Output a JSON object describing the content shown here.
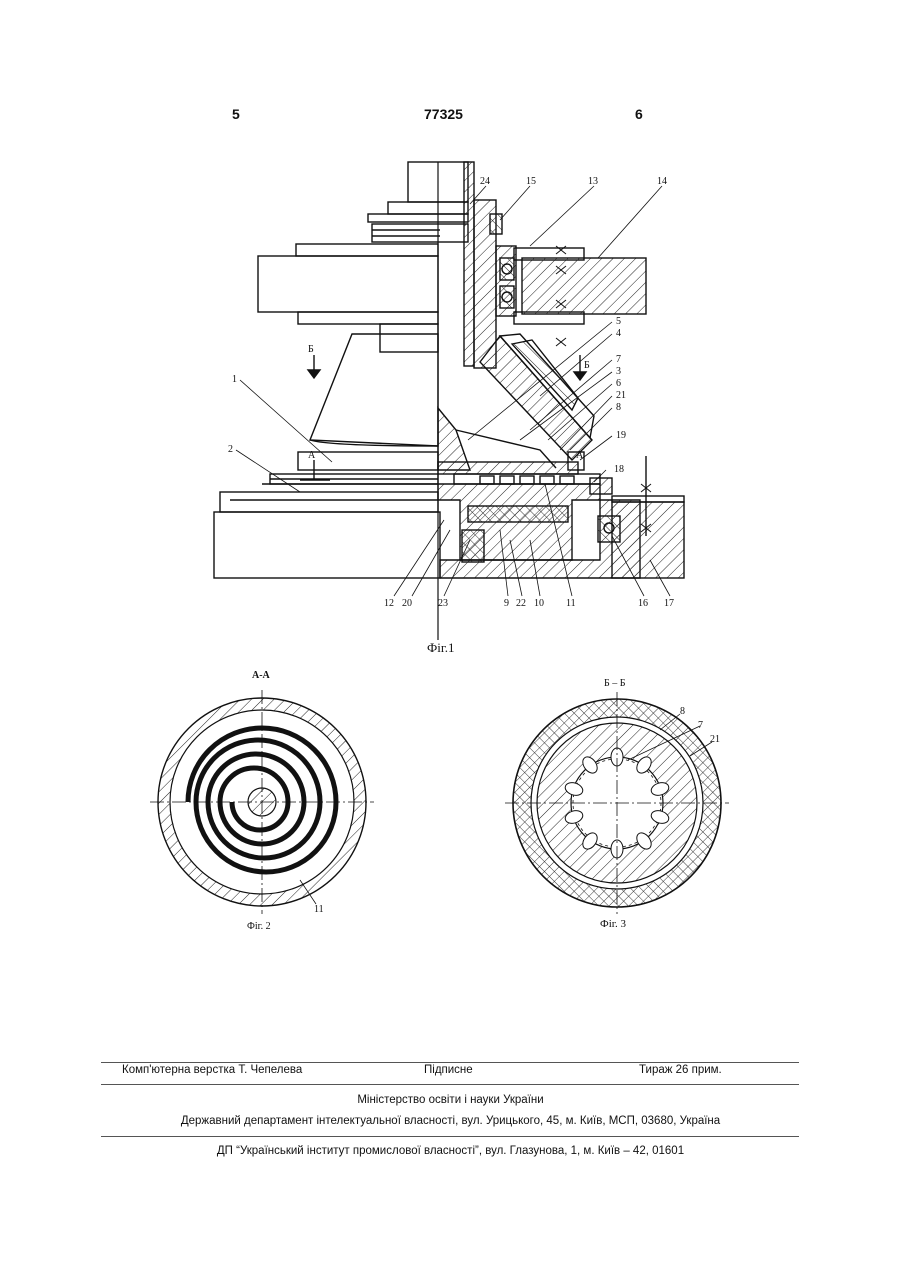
{
  "header": {
    "left_page": "5",
    "doc_number": "77325",
    "right_page": "6"
  },
  "fig1": {
    "caption": "Фіг.1",
    "section_marks": [
      "Б",
      "Б",
      "А",
      "А"
    ],
    "callouts": [
      "24",
      "15",
      "13",
      "14",
      "5",
      "4",
      "7",
      "3",
      "6",
      "21",
      "8",
      "19",
      "18",
      "1",
      "2",
      "12",
      "20",
      "23",
      "9",
      "22",
      "10",
      "11",
      "16",
      "17"
    ]
  },
  "fig2": {
    "caption": "Фіг. 2",
    "section": "А-А",
    "callouts": [
      "11"
    ]
  },
  "fig3": {
    "caption": "Фіг. 3",
    "section": "Б – Б",
    "callouts": [
      "8",
      "7",
      "21"
    ]
  },
  "footer": {
    "layout": "Комп'ютерна верстка Т. Чепелева",
    "signed": "Підписне",
    "print_run": "Тираж 26 прим.",
    "ministry": "Міністерство освіти і науки України",
    "department": "Державний департамент інтелектуальної власності, вул. Урицького, 45, м. Київ, МСП, 03680, Україна",
    "institute": "ДП “Український інститут промислової власності”, вул. Глазунова, 1, м. Київ – 42, 01601"
  }
}
